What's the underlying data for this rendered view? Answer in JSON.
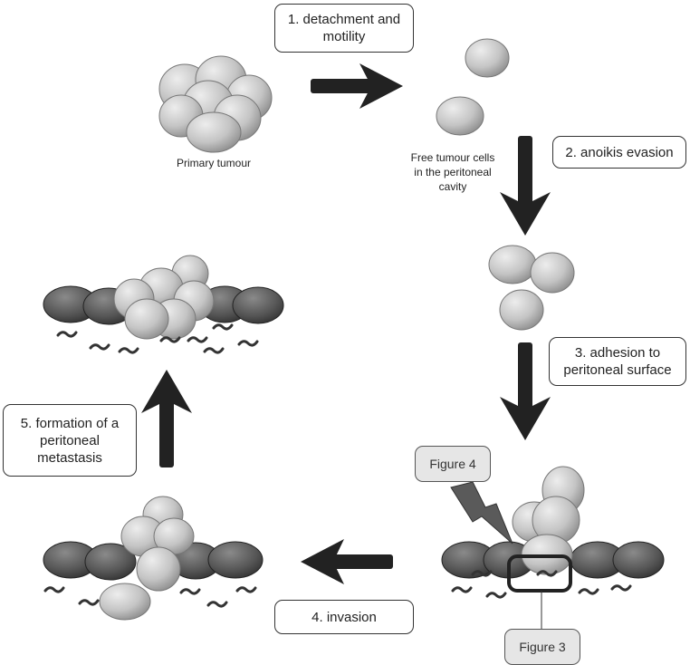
{
  "steps": {
    "s1": "1. detachment and motility",
    "s2": "2. anoikis evasion",
    "s3": "3. adhesion to peritoneal surface",
    "s4": "4. invasion",
    "s5": "5. formation of a peritoneal metastasis"
  },
  "captions": {
    "primary": "Primary tumour",
    "free": "Free tumour cells in the peritoneal cavity"
  },
  "figures": {
    "fig4": "Figure 4",
    "fig3": "Figure 3"
  },
  "colors": {
    "arrow": "#222222",
    "tumour_cell": "#c8c8c8",
    "mesothelial_cell": "#5a5a5a",
    "highlight": "#d0d0d0"
  }
}
